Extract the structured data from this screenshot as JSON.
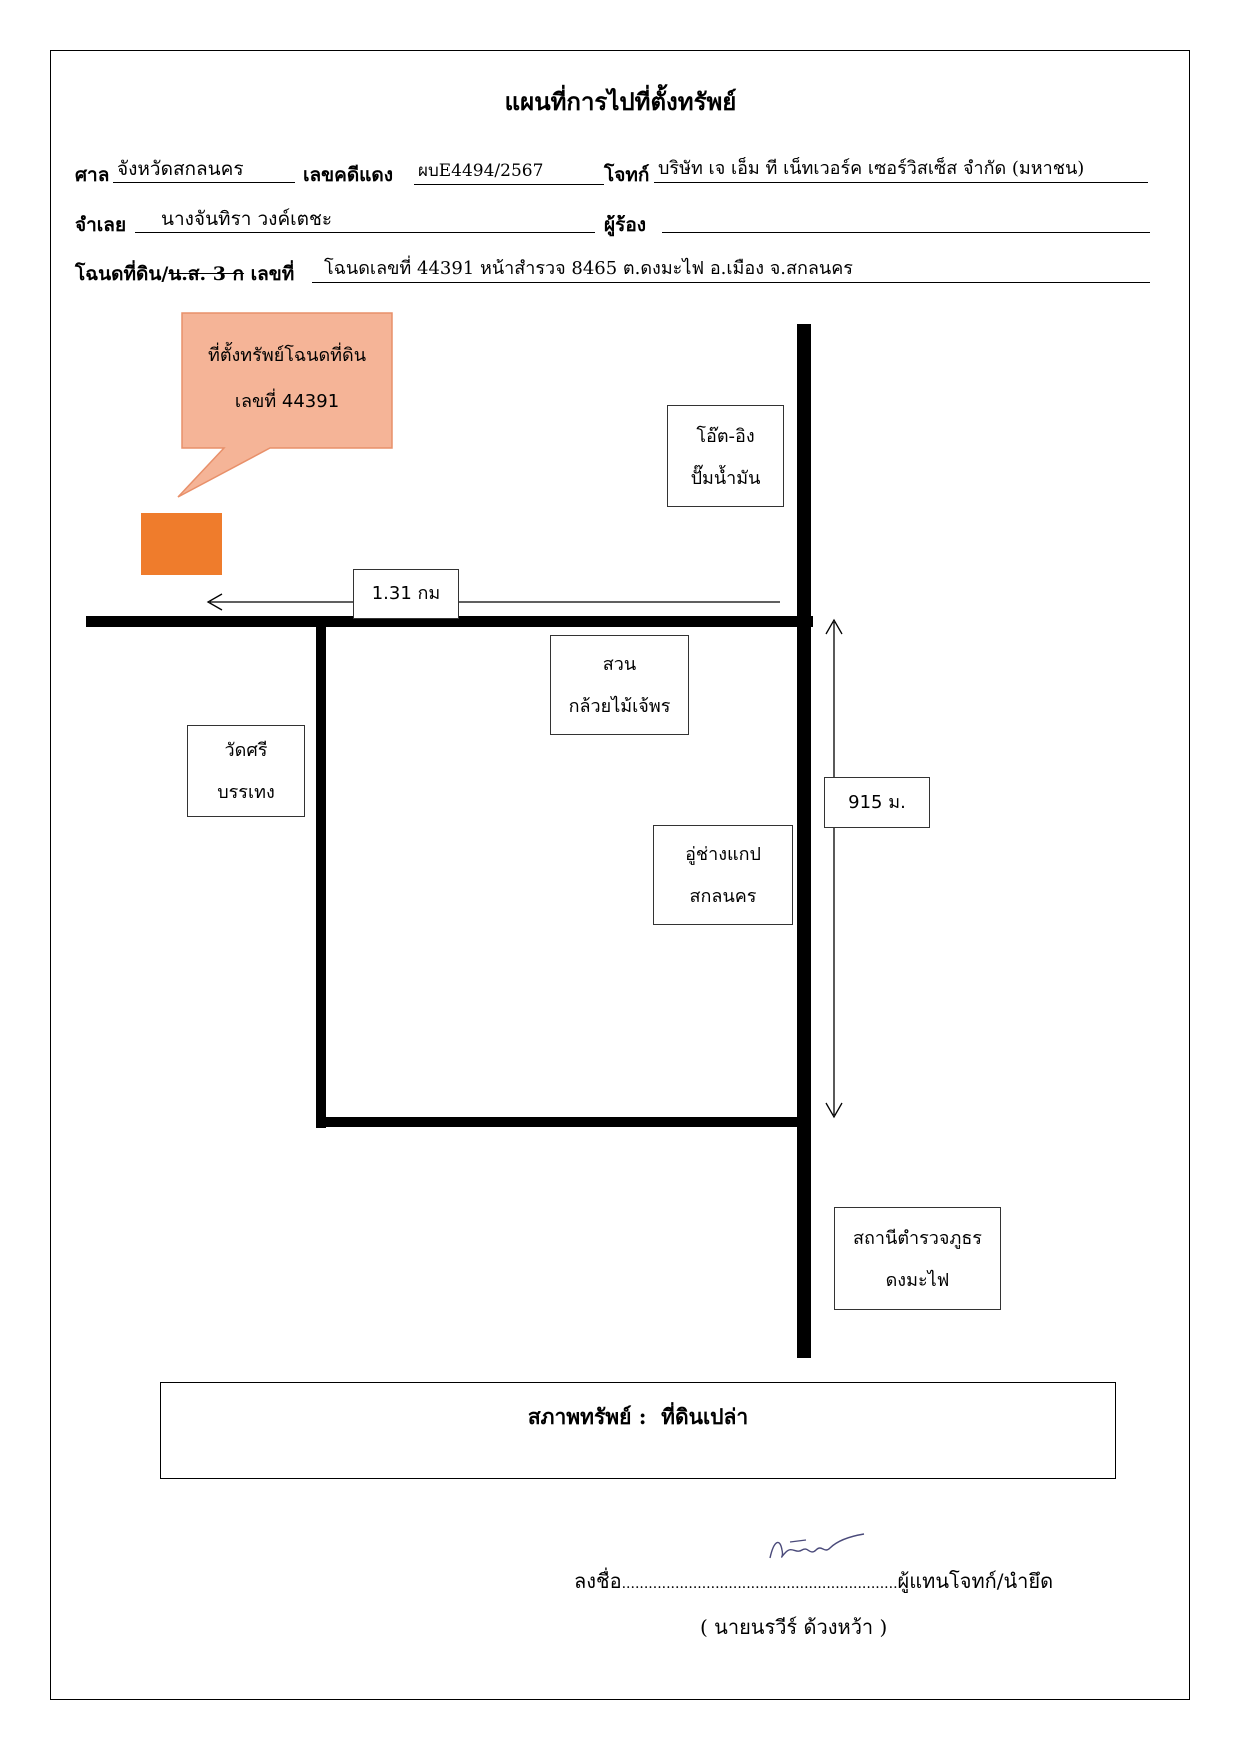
{
  "title": "แผนที่การไปที่ตั้งทรัพย์",
  "header": {
    "court_label": "ศาล",
    "court_value": "จังหวัดสกลนคร",
    "case_label": "เลขคดีแดง",
    "case_value": "ผบE4494/2567",
    "plaintiff_label": "โจทก์",
    "plaintiff_value": "บริษัท เจ เอ็ม ที เน็ทเวอร์ค เซอร์วิสเซ็ส จำกัด (มหาชน)",
    "defendant_label": "จำเลย",
    "defendant_value": "นางจันทิรา วงค์เตชะ",
    "petitioner_label": "ผู้ร้อง",
    "petitioner_value": "",
    "deed_label_a": "โฉนดที่ดิน/",
    "deed_label_b": "น.ส. 3 ก",
    "deed_label_c": " เลขที่",
    "deed_value": "โฉนดเลขที่ 44391 หน้าสำรวจ 8465 ต.ดงมะไฟ อ.เมือง จ.สกลนคร"
  },
  "map": {
    "callout_line1": "ที่ตั้งทรัพย์โฉนดที่ดิน",
    "callout_line2": "เลขที่ 44391",
    "distance_horizontal": "1.31 กม",
    "distance_vertical": "915 ม.",
    "landmarks": {
      "gas_line1": "โอ๊ต-อิง",
      "gas_line2": "ปั๊มน้ำมัน",
      "garden_line1": "สวน",
      "garden_line2": "กล้วยไม้เจ้พร",
      "temple_line1": "วัดศรี",
      "temple_line2": "บรรเทง",
      "garage_line1": "อู่ช่างแกป",
      "garage_line2": "สกลนคร",
      "police_line1": "สถานีตำรวจภูธร",
      "police_line2": "ดงมะไฟ"
    },
    "colors": {
      "callout_fill": "#f5b497",
      "callout_border": "#e8906a",
      "property_fill": "#ef7c2c"
    }
  },
  "status": {
    "label": "สภาพทรัพย์ :",
    "value": "ที่ดินเปล่า"
  },
  "signature": {
    "sign_label": "ลงชื่อ",
    "dots": "..............................................................",
    "role": "ผู้แทนโจทก์/นำยึด",
    "name": "( นายนรวีร์ ด้วงหว้า )"
  }
}
